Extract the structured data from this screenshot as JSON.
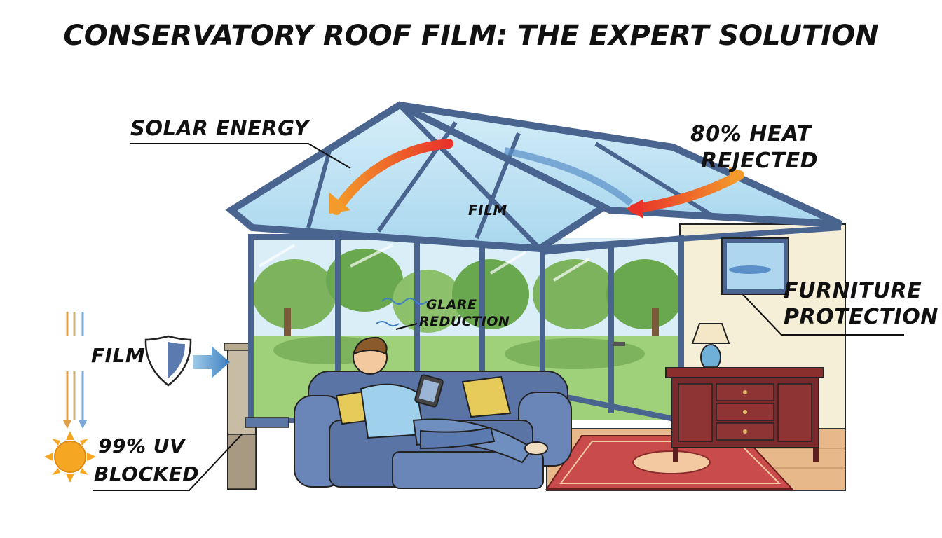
{
  "title": "CONSERVATORY ROOF FILM: THE EXPERT SOLUTION",
  "labels": {
    "solar_energy": "SOLAR ENERGY",
    "heat_line1": "80% HEAT",
    "heat_line2": "REJECTED",
    "film_roof": "FILM",
    "glare_line1": "GLARE",
    "glare_line2": "REDUCTION",
    "furniture_line1": "FURNITURE",
    "furniture_line2": "PROTECTION",
    "film_left": "FILM",
    "uv_line1": "99% UV",
    "uv_line2": "BLOCKED"
  },
  "colors": {
    "frame": "#4a6490",
    "glass": "#bfe3f3",
    "heat_arrow_start": "#e8322a",
    "heat_arrow_end": "#f39a2a",
    "sofa": "#5a74a6",
    "wall": "#f6efd8",
    "floor": "#e7b88a",
    "rug": "#c94b4b",
    "cabinet": "#7a2a2a",
    "sun": "#f5a623",
    "trees": "#6aa84f"
  },
  "icons": [
    "sun-icon",
    "shield-icon",
    "arrow-right-icon",
    "lamp-icon",
    "tablet-icon"
  ]
}
